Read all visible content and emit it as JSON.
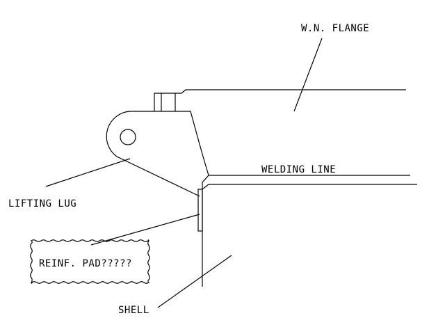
{
  "labels": {
    "flange": "W.N. FLANGE",
    "welding_line": "WELDING LINE",
    "lifting_lug": "LIFTING LUG",
    "reinf_pad": "REINF. PAD?????",
    "shell": "SHELL"
  }
}
